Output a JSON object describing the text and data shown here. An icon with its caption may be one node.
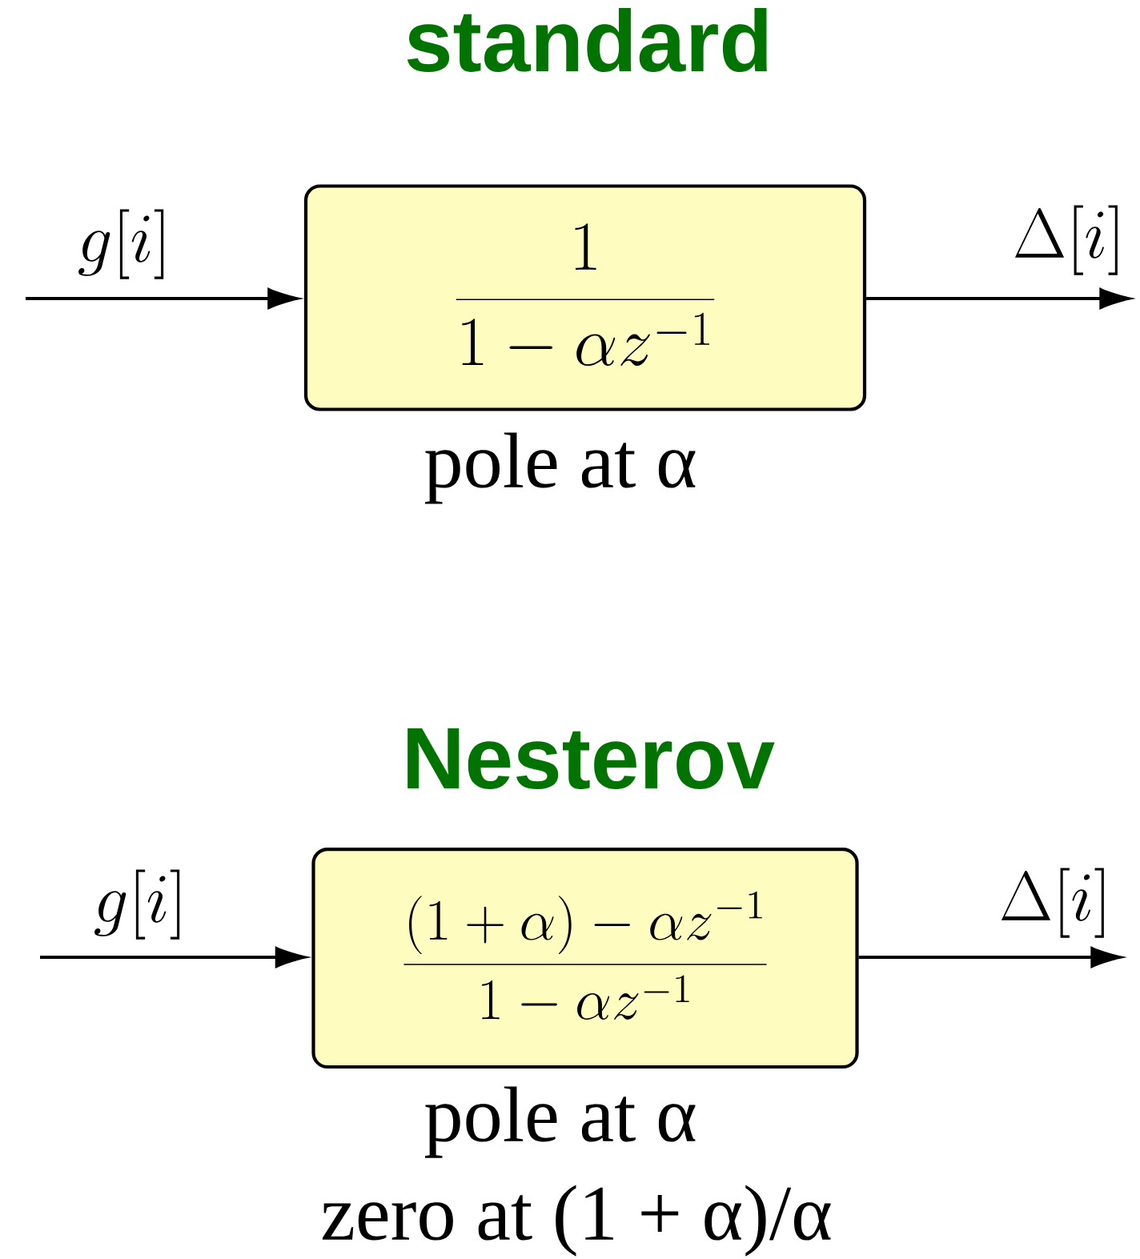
{
  "diagram": {
    "nodes": [
      {
        "text": [
          "\\frac{1}{1-\\alpha z^{-1}}"
        ],
        "beside": [
          "pole at α"
        ]
      },
      {
        "text": [
          "\\frac{(1+\\alpha)-\\alpha z^{-1}}{1-\\alpha z^{-1}}"
        ],
        "beside": [
          "pole at α",
          "zero at (1 + α)/α"
        ]
      }
    ],
    "edges": [
      {
        "from": null,
        "to": 0,
        "arrow": "to",
        "label": "g[i]"
      },
      {
        "from": 0,
        "to": null,
        "arrow": "to",
        "label": "\\Delta[i]"
      },
      {
        "from": null,
        "to": 1,
        "arrow": "to",
        "label": "g[i]"
      },
      {
        "from": 1,
        "to": null,
        "arrow": "to",
        "label": "\\Delta[i]"
      }
    ],
    "labels": [
      "standard",
      "Nesterov"
    ]
  }
}
